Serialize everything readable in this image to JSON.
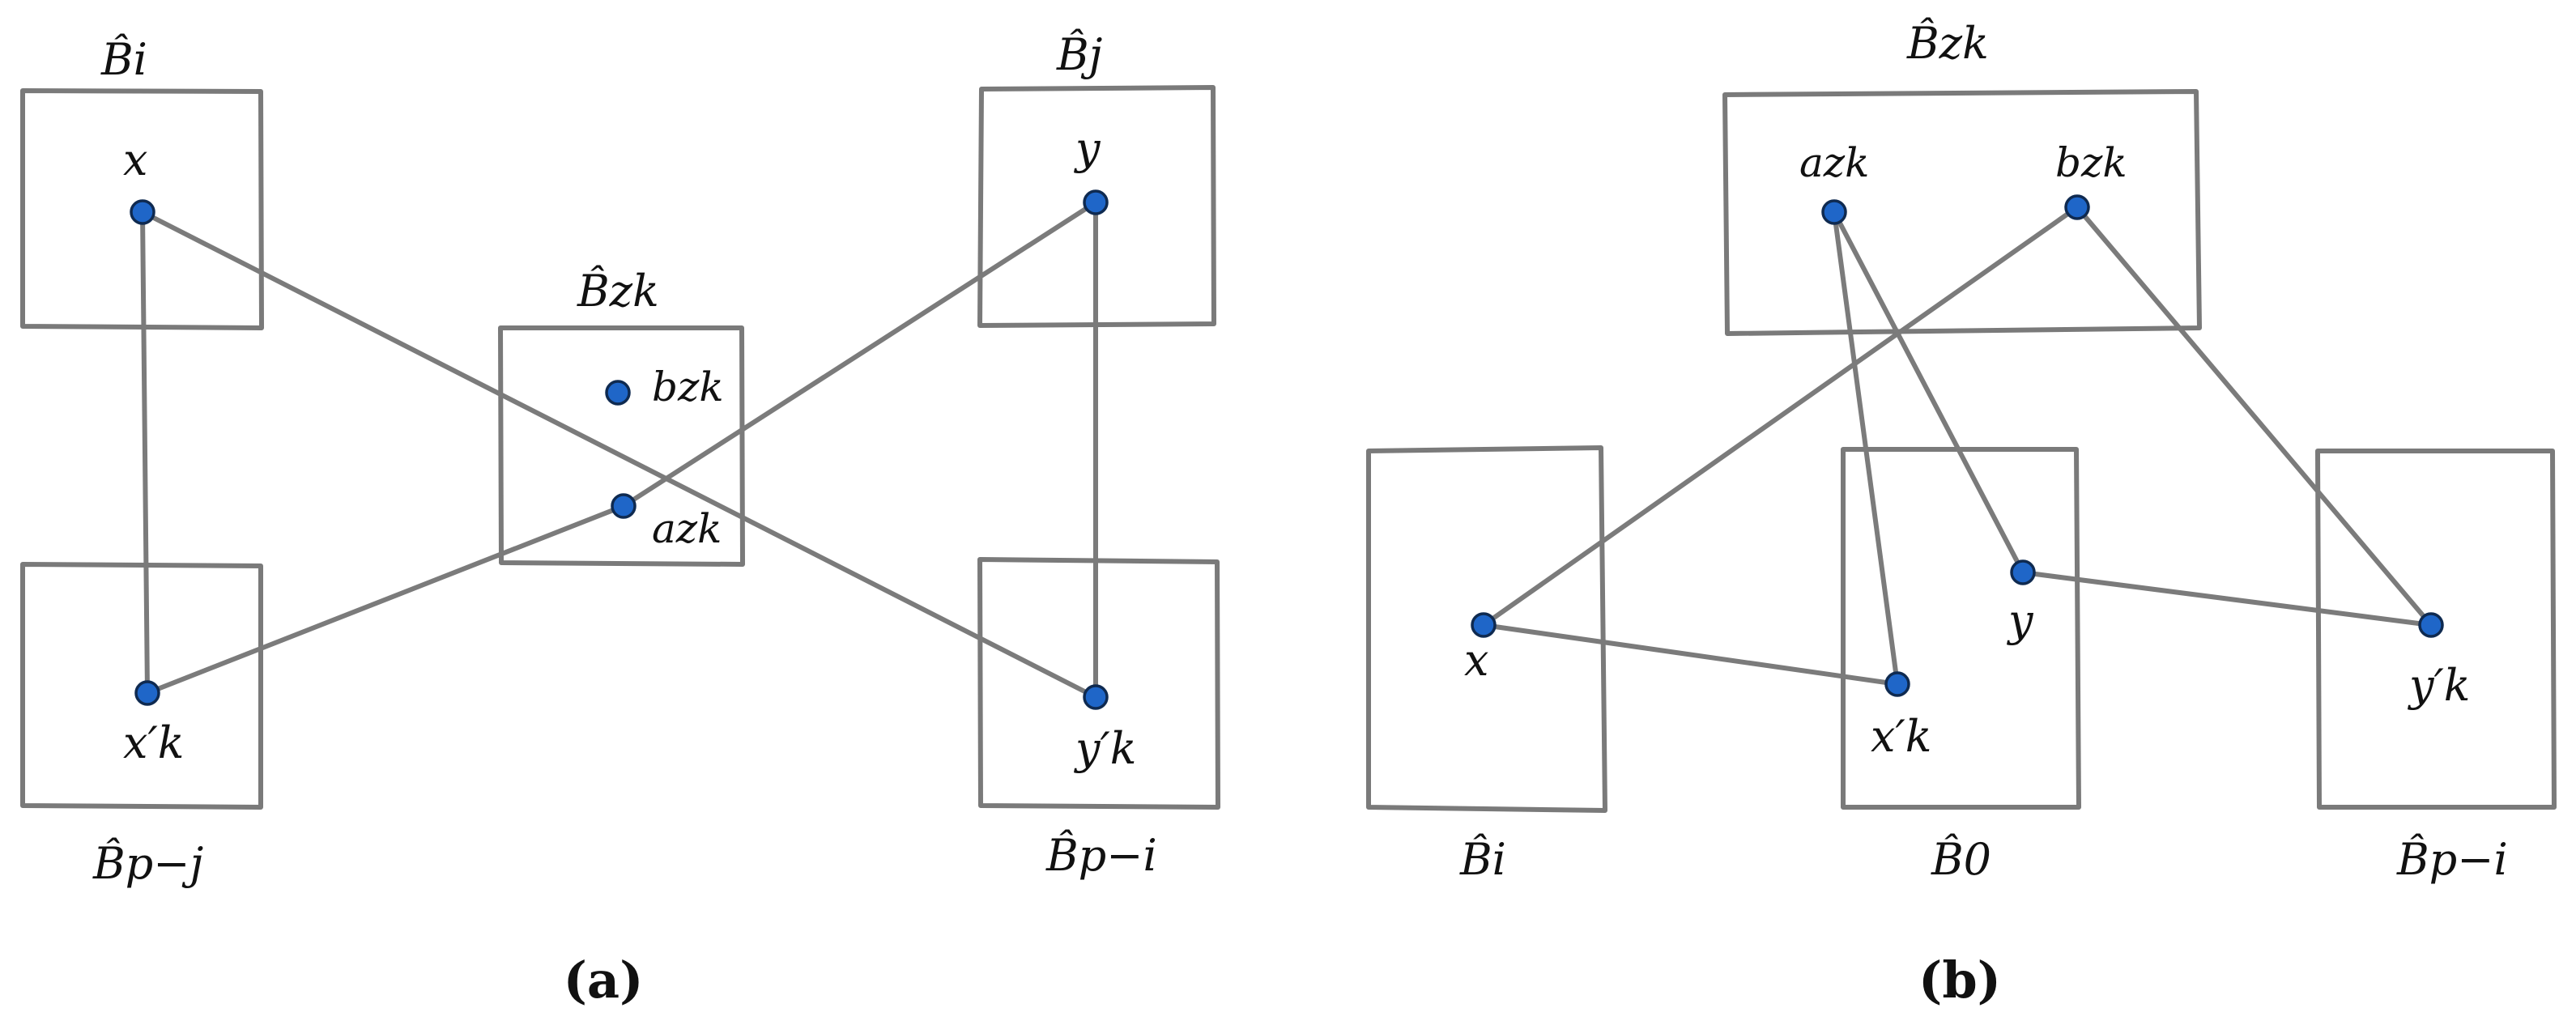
{
  "panels": [
    {
      "caption": "(a)",
      "boxes": [
        {
          "name": "B-i",
          "label": "B̂i"
        },
        {
          "name": "B-j",
          "label": "B̂j"
        },
        {
          "name": "B-zk",
          "label": "B̂zk"
        },
        {
          "name": "B-p-j",
          "label": "B̂p−j"
        },
        {
          "name": "B-p-i",
          "label": "B̂p−i"
        }
      ],
      "points": [
        {
          "name": "x",
          "label": "x"
        },
        {
          "name": "y",
          "label": "y"
        },
        {
          "name": "b-zk",
          "label": "bzk"
        },
        {
          "name": "a-zk",
          "label": "azk"
        },
        {
          "name": "x-k-prime",
          "label": "x′k"
        },
        {
          "name": "y-k-prime",
          "label": "y′k"
        }
      ]
    },
    {
      "caption": "(b)",
      "boxes": [
        {
          "name": "B-zk",
          "label": "B̂zk"
        },
        {
          "name": "B-i",
          "label": "B̂i"
        },
        {
          "name": "B-0",
          "label": "B̂0"
        },
        {
          "name": "B-p-i",
          "label": "B̂p−i"
        }
      ],
      "points": [
        {
          "name": "a-zk",
          "label": "azk"
        },
        {
          "name": "b-zk",
          "label": "bzk"
        },
        {
          "name": "x",
          "label": "x"
        },
        {
          "name": "y",
          "label": "y"
        },
        {
          "name": "x-k-prime",
          "label": "x′k"
        },
        {
          "name": "y-k-prime",
          "label": "y′k"
        }
      ]
    }
  ]
}
